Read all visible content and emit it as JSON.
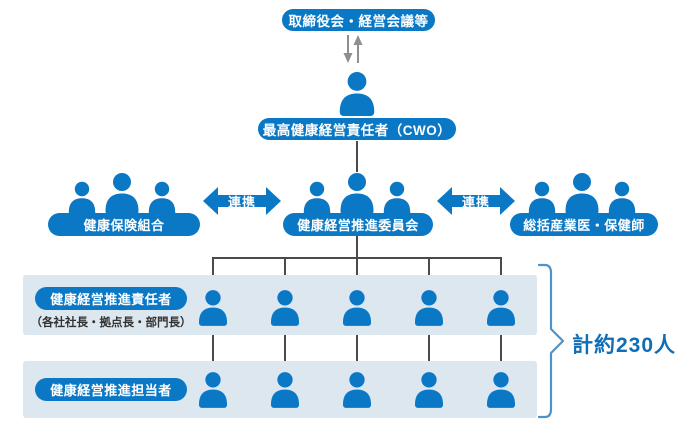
{
  "colors": {
    "accent_blue": "#0a78c5",
    "band_light_blue": "#dce7f0",
    "connector_gray": "#4a4a4a",
    "updown_arrow_gray": "#8f8f8f",
    "bracket_blue": "#4e92c8",
    "total_text_blue": "#0e6eb8",
    "subtitle_text": "#333333"
  },
  "top": {
    "board_label": "取締役会・経営会議等"
  },
  "cwo": {
    "label": "最高健康経営責任者（CWO）"
  },
  "middle": {
    "left_group": {
      "label": "健康保険組合",
      "member_icons": 3
    },
    "center_group": {
      "label": "健康経営推進委員会",
      "member_icons": 3
    },
    "right_group": {
      "label": "総括産業医・保健師",
      "member_icons": 3
    },
    "link_left_label": "連携",
    "link_right_label": "連携"
  },
  "bands": {
    "managers": {
      "label": "健康経営推進責任者",
      "sublabel": "（各社社長・拠点長・部門長）",
      "member_icons": 5
    },
    "staff": {
      "label": "健康経営推進担当者",
      "member_icons": 5
    }
  },
  "total": {
    "label": "計約230人"
  },
  "org_structure": {
    "root": "取締役会・経営会議等",
    "children": [
      {
        "node": "最高健康経営責任者（CWO）",
        "children": [
          {
            "node": "健康経営推進委員会",
            "cooperates_with": [
              "健康保険組合",
              "総括産業医・保健師"
            ],
            "children": [
              {
                "node": "健康経営推進責任者（各社社長・拠点長・部門長）",
                "children": [
                  {
                    "node": "健康経営推進担当者"
                  }
                ]
              }
            ]
          }
        ]
      }
    ],
    "total_note": "計約230人"
  }
}
